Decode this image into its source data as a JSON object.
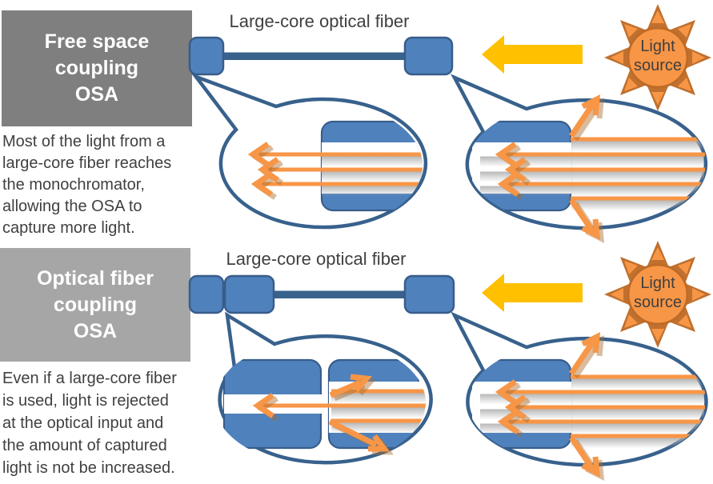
{
  "sections": {
    "top": {
      "title": "Free space\ncoupling\nOSA",
      "caption": "Most of the light from a large-core fiber reaches the monochromator, allowing the OSA to capture more light.",
      "fiber_label": "Large-core optical fiber",
      "light_source_label": "Light source"
    },
    "bottom": {
      "title": "Optical fiber\ncoupling\nOSA",
      "caption": "Even if a large-core fiber is used, light is rejected at the optical input and the amount of captured light is not be increased.",
      "fiber_label": "Large-core optical fiber",
      "light_source_label": "Light source"
    }
  },
  "icons": {
    "light_source": "sun-icon",
    "direction": "left-block-arrow-icon",
    "rays": "orange-light-ray-arrows"
  },
  "colors": {
    "connector_blue": "#4F81BD",
    "outline_blue": "#38618C",
    "ray_orange": "#F79646",
    "sun_dark_orange": "#C0702F",
    "arrow_yellow": "#FFC000",
    "top_box_gray": "#7F7F7F",
    "bottom_box_gray": "#A6A6A6",
    "text_gray": "#404040"
  }
}
